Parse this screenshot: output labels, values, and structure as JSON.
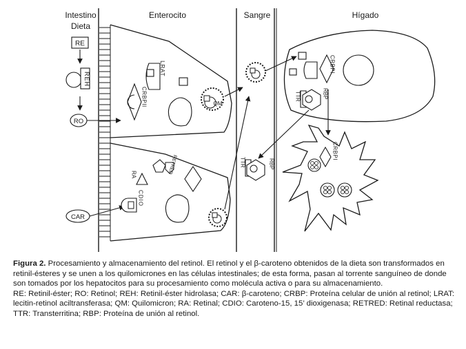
{
  "columns": {
    "intestino_line1": "Intestino",
    "intestino_line2": "Dieta",
    "enterocito": "Enterocito",
    "sangre": "Sangre",
    "higado": "Hígado"
  },
  "boxes": {
    "re": "RE",
    "ro": "RO",
    "car": "CAR"
  },
  "enzymes": {
    "reh": "REH",
    "lrat": "LRAT",
    "crbpii": "CRBPII",
    "qm": "QM",
    "ra": "RA",
    "retred": "RETRED",
    "cdio": "CDIO",
    "ttr": "TTR",
    "rbp": "RBP",
    "crbpi": "CRBPI"
  },
  "caption": {
    "figure_label": "Figura 2.",
    "text": " Procesamiento y almacenamiento del retinol. El retinol y el β-caroteno obtenidos de la dieta son transformados en retinil-ésteres y se unen a los quilomicrones en las células intestinales; de esta forma, pasan al torrente sanguíneo de donde son tomados por los hepatocitos para su procesamiento como molécula activa o para su almacenamiento.",
    "abbreviations": "RE: Retinil-éster; RO: Retinol; REH: Retinil-éster hidrolasa; CAR: β-caroteno; CRBP: Proteína celular de unión al retinol; LRAT: lecitin-retinol aciltransferasa; QM: Quilomicron; RA: Retinal; CDIO: Caroteno-15, 15’ dioxigenasa; RETRED: Retinal reductasa; TTR: Transterritina; RBP: Proteína de unión al retinol."
  }
}
